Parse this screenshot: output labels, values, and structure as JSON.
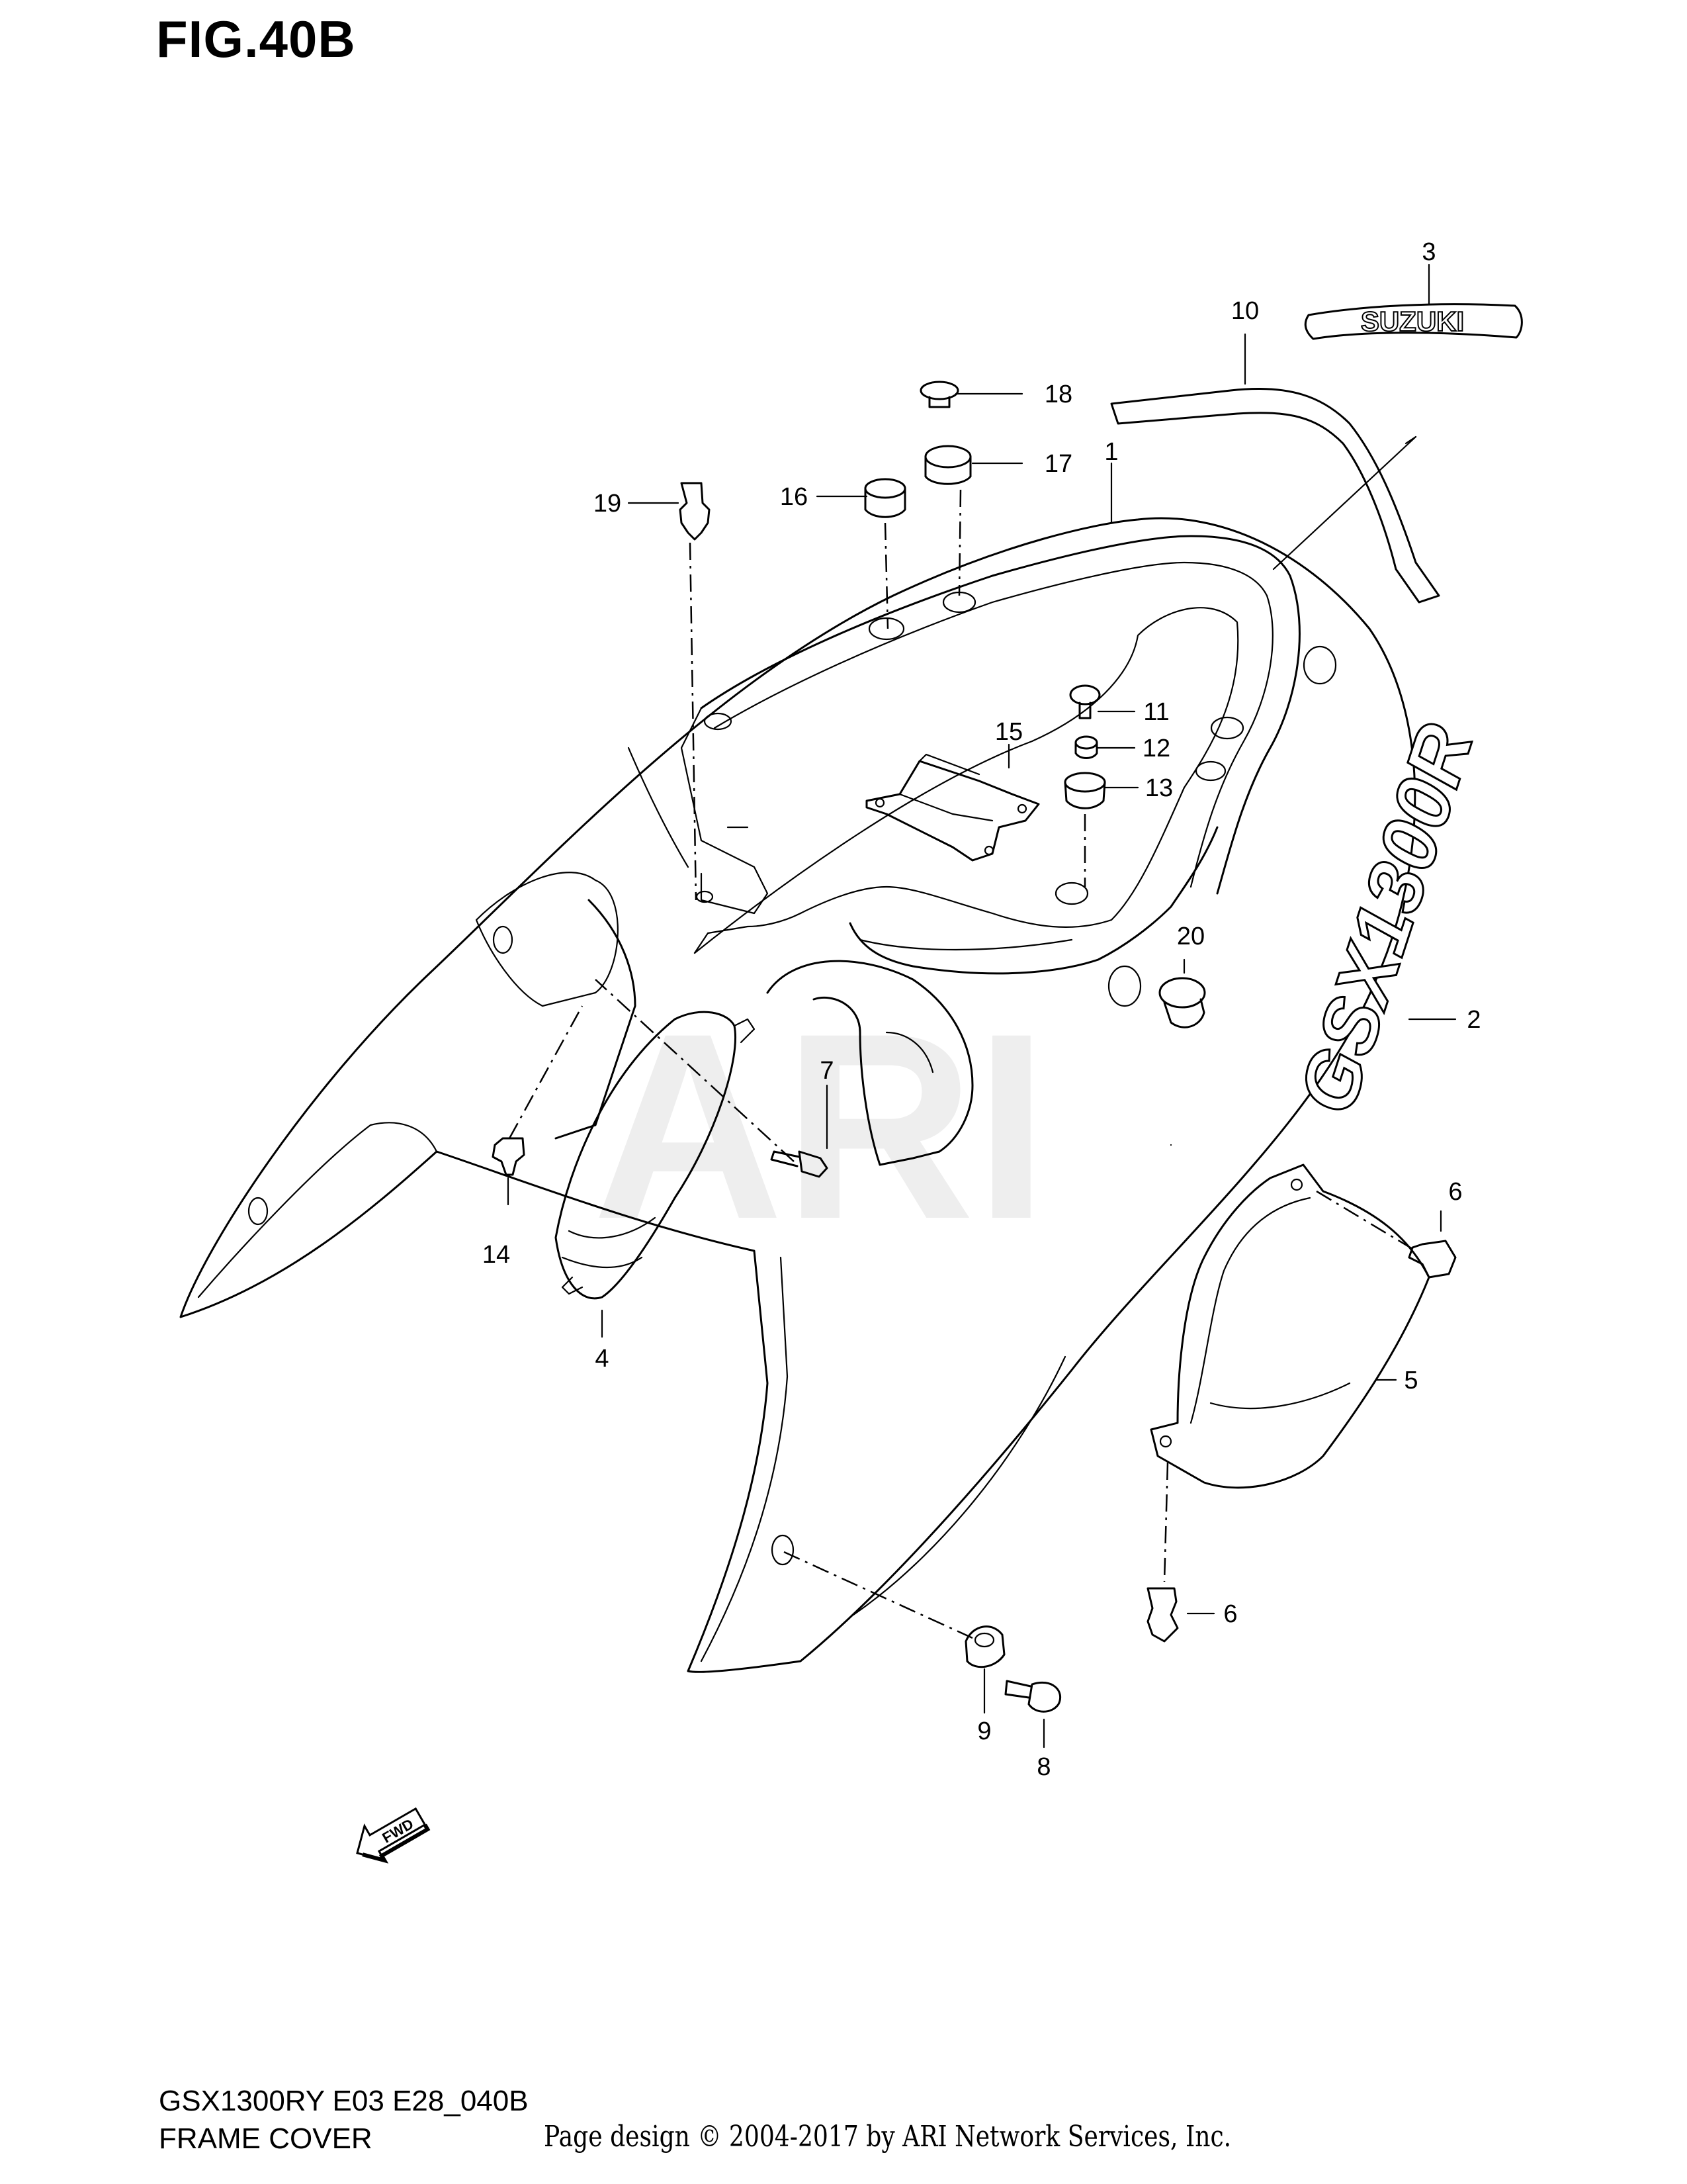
{
  "figure": {
    "title": "FIG.40B",
    "model_code": "GSX1300RY E03 E28_040B",
    "section_name": "FRAME COVER",
    "copyright": "Page design © 2004-2017 by ARI Network Services, Inc."
  },
  "decals": {
    "brand": "SUZUKI",
    "model": "GSX1300R",
    "direction_arrow": "FWD",
    "watermark": "ARI"
  },
  "callouts": [
    "1",
    "2",
    "3",
    "4",
    "5",
    "6",
    "6",
    "7",
    "8",
    "9",
    "10",
    "11",
    "12",
    "13",
    "14",
    "15",
    "16",
    "17",
    "18",
    "19",
    "20"
  ]
}
